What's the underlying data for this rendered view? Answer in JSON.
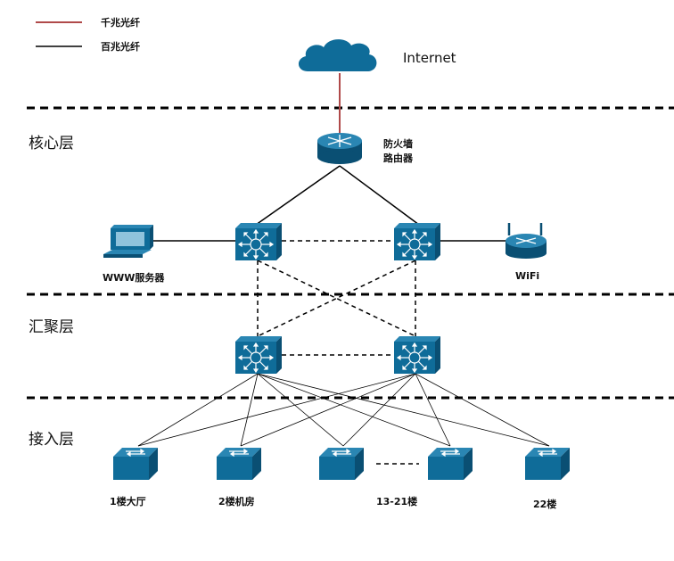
{
  "legend": {
    "gigabit": {
      "label": "千兆光纤",
      "color": "#b04a4a"
    },
    "fast": {
      "label": "百兆光纤",
      "color": "#000000"
    }
  },
  "internet": {
    "label": "Internet",
    "icon": "cloud-icon"
  },
  "layers": {
    "core": "核心层",
    "aggregation": "汇聚层",
    "access": "接入层"
  },
  "devices": {
    "firewall": {
      "label_line1": "防火墙",
      "label_line2": "路由器",
      "icon": "router-icon"
    },
    "www_server": {
      "label": "WWW服务器",
      "icon": "computer-icon"
    },
    "wifi": {
      "label": "WiFi",
      "icon": "wireless-router-icon"
    },
    "floor_1": {
      "label": "1楼大厅",
      "icon": "switch-icon"
    },
    "floor_2": {
      "label": "2楼机房",
      "icon": "switch-icon"
    },
    "floor_13_21": {
      "label": "13-21楼",
      "icon": "switch-icon"
    },
    "floor_22": {
      "label": "22楼",
      "icon": "switch-icon"
    }
  },
  "colors": {
    "device_blue": "#0f6c99",
    "device_dark": "#0a4f73"
  }
}
